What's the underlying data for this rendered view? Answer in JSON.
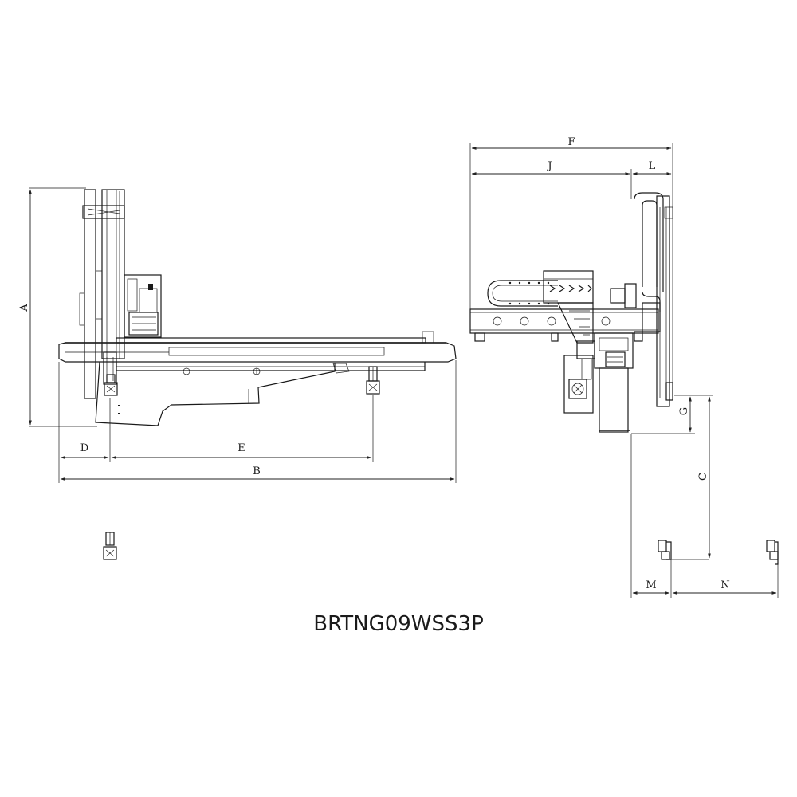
{
  "model_label": "BRTNG09WSS3P",
  "dimensions": {
    "A": "A",
    "B": "B",
    "C": "C",
    "D": "D",
    "E": "E",
    "F": "F",
    "G": "G",
    "J": "J",
    "L": "L",
    "M": "M",
    "N": "N"
  }
}
